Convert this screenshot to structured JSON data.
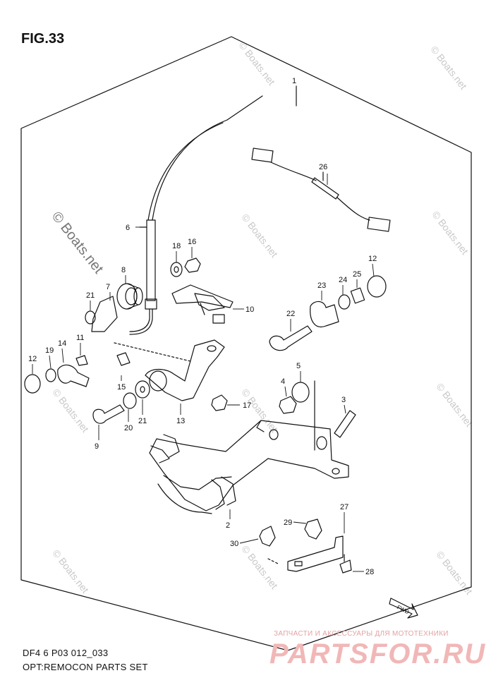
{
  "figure": {
    "title": "FIG.33",
    "code": "DF4 6 P03 012_033",
    "caption": "OPT:REMOCON PARTS SET"
  },
  "fwd_label": "FWD",
  "callouts": [
    "1",
    "6",
    "26",
    "18",
    "16",
    "8",
    "12",
    "7",
    "21",
    "10",
    "23",
    "24",
    "25",
    "22",
    "11",
    "14",
    "19",
    "12",
    "5",
    "4",
    "15",
    "3",
    "20",
    "21",
    "17",
    "9",
    "13",
    "27",
    "29",
    "30",
    "2",
    "28"
  ],
  "watermark": {
    "text": "© Boats.net"
  },
  "shop": {
    "line": "ЗАПЧАСТИ И АКСЕССУАРЫ ДЛЯ МОТОТЕХНИКИ",
    "brand": "PARTSFOR.RU"
  },
  "colors": {
    "ink": "#111111",
    "watermark": "#c9c9c9",
    "shop": "#e8a0a0"
  }
}
